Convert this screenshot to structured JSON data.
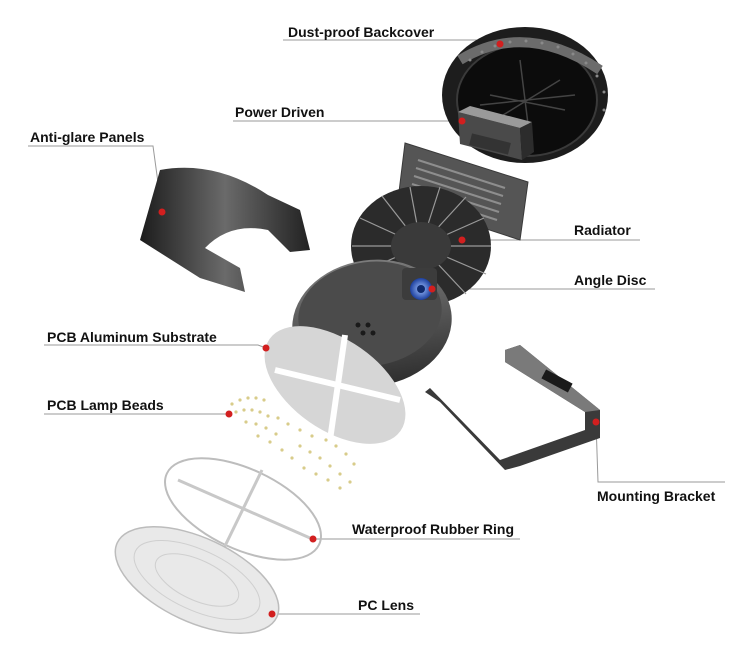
{
  "labels": {
    "dust_proof_backcover": "Dust-proof Backcover",
    "power_driven": "Power Driven",
    "anti_glare_panels": "Anti-glare Panels",
    "radiator": "Radiator",
    "angle_disc": "Angle Disc",
    "pcb_aluminum_substrate": "PCB Aluminum Substrate",
    "pcb_lamp_beads": "PCB Lamp Beads",
    "mounting_bracket": "Mounting Bracket",
    "waterproof_rubber_ring": "Waterproof Rubber Ring",
    "pc_lens": "PC Lens"
  },
  "colors": {
    "marker": "#d21f1f",
    "leader_line": "#9a9a9a",
    "metal_dark": "#2b2b2b",
    "metal_mid": "#555555",
    "metal_light": "#8a8a8a",
    "lamp_bead": "#d8cc8a",
    "angle_disc": "#2f5fd0"
  },
  "icons": {
    "marker": "red-dot-marker"
  }
}
